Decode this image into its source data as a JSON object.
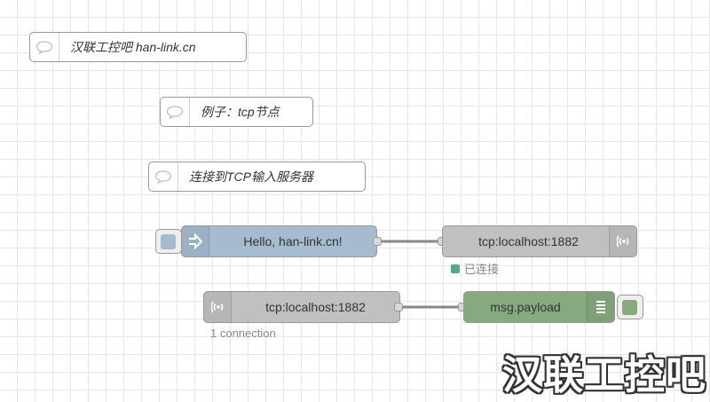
{
  "comments": [
    {
      "label": "汉联工控吧 han-link.cn"
    },
    {
      "label": "例子：tcp节点"
    },
    {
      "label": "连接到TCP输入服务器"
    }
  ],
  "inject_node": {
    "label": "Hello, han-link.cn!",
    "color": "#a6bbcf",
    "icon": "arrow-in-icon"
  },
  "tcp_out_node": {
    "label": "tcp:localhost:1882",
    "color": "#c0c0c0",
    "icon": "wireless-icon",
    "status": "已连接",
    "status_color": "#55aa88"
  },
  "tcp_in_node": {
    "label": "tcp:localhost:1882",
    "color": "#c0c0c0",
    "icon": "wireless-icon",
    "status": "1 connection"
  },
  "debug_node": {
    "label": "msg.payload",
    "color": "#87a980",
    "icon": "list-icon"
  },
  "watermark": "汉联工控吧"
}
